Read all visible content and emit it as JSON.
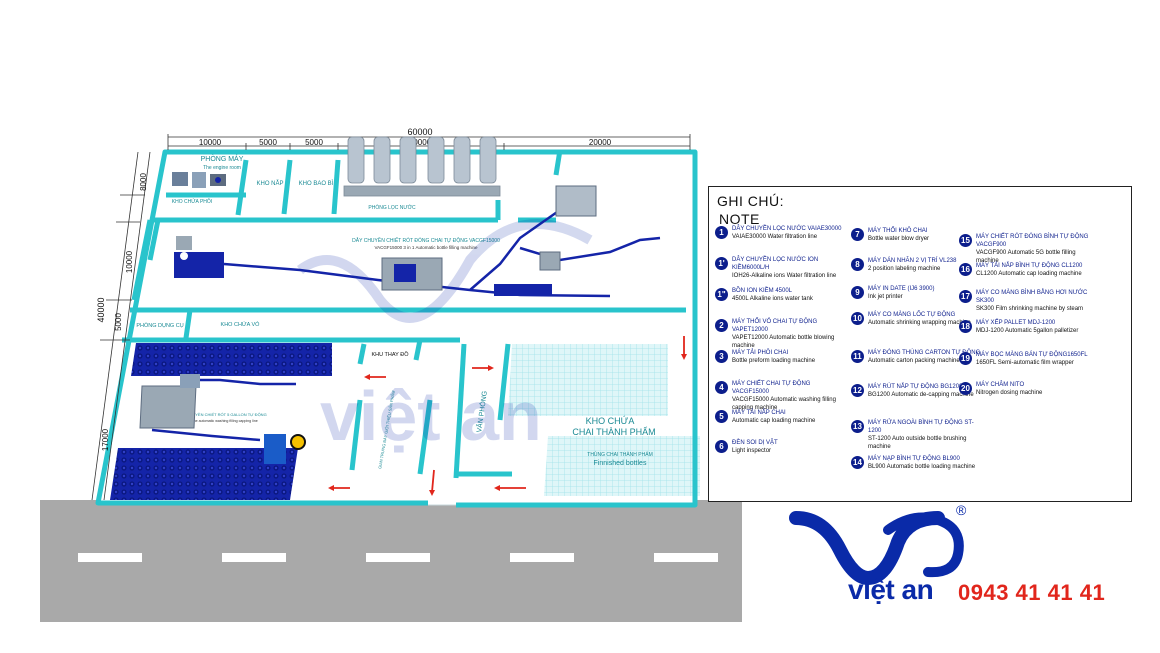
{
  "dimensions": {
    "top_total": "60000",
    "top_segments": [
      "10000",
      "5000",
      "5000",
      "20000",
      "20000"
    ],
    "left_total": "40000",
    "left_segments": [
      "8000",
      "10000",
      "5000",
      "17000"
    ]
  },
  "rooms": {
    "engine_room_vn": "PHÒNG MÁY",
    "engine_room_en": "The engine room",
    "cap_store": "KHO NẮP",
    "bag_store": "KHO BAO BÌ",
    "water_filter_room": "PHÒNG LỌC NƯỚC",
    "preform_store": "KHO CHỨA PHÔI",
    "line_title": "DÂY CHUYỀN CHIẾT RÓT ĐÓNG CHAI TỰ ĐỘNG VACGF15000",
    "line_subtitle": "VACGF15000 3 in 1 Automatic bottle filling machine",
    "tools_room": "PHÒNG DỤNG CỤ",
    "box_store": "KHO CHỨA VỎ",
    "changing_room": "KHU THAY ĐỒ",
    "display_area": "GIAN TRƯNG BÀY GIỚI THIỆU SẢN PHẨM",
    "office": "VĂN PHÒNG",
    "finished_store_line1": "KHO CHỨA",
    "finished_store_line2": "CHAI THÀNH PHẨM",
    "finished_bottles_vn": "THÙNG CHAI THÀNH PHẨM",
    "finished_bottles_en": "Finnished bottles",
    "washing_line_vn": "DÂY CHUYỀN CHIẾT RÓT 5 GALLON TỰ ĐỘNG",
    "washing_line_en": "5G line automatic washing filling capping line"
  },
  "watermark": "việt an",
  "legend": {
    "title": "GHI CHÚ:",
    "subtitle": "NOTE",
    "items": [
      {
        "n": "1",
        "vn": "DÂY CHUYỀN LỌC NƯỚC VAIAE30000",
        "en": "VAIAE30000 Water filtration line"
      },
      {
        "n": "1'",
        "vn": "DÂY CHUYỀN LỌC NƯỚC ION KIỀM6000L/H",
        "en": "IOH26-Alkaline ions Water filtration line"
      },
      {
        "n": "1\"",
        "vn": "BỒN ION KIỀM 4500L",
        "en": "4500L Alkaline ions water tank"
      },
      {
        "n": "2",
        "vn": "MÁY THỔI VỎ CHAI TỰ ĐỘNG VAPET12000",
        "en": "VAPET12000 Automatic bottle blowing machine"
      },
      {
        "n": "3",
        "vn": "MÁY TẢI PHÔI CHAI",
        "en": "Bottle preform loading machine"
      },
      {
        "n": "4",
        "vn": "MÁY CHIẾT CHAI TỰ ĐỘNG VACGF15000",
        "en": "VACGF15000 Automatic washing filling capping machine"
      },
      {
        "n": "5",
        "vn": "MÁY TẢI NẮP CHAI",
        "en": "Automatic cap loading machine"
      },
      {
        "n": "6",
        "vn": "ĐÈN SOI DỊ VẬT",
        "en": "Light inspector"
      },
      {
        "n": "7",
        "vn": "MÁY THỔI KHÔ CHAI",
        "en": "Bottle water blow dryer"
      },
      {
        "n": "8",
        "vn": "MÁY DÁN NHÃN 2 VỊ TRÍ VL238",
        "en": "2 position labeling machine"
      },
      {
        "n": "9",
        "vn": "MÁY IN DATE (IJ6 3900)",
        "en": "Ink jet printer"
      },
      {
        "n": "10",
        "vn": "MÁY CO MÀNG LỐC TỰ ĐỘNG",
        "en": "Automatic shrinking wrapping machine"
      },
      {
        "n": "11",
        "vn": "MÁY ĐÓNG THÙNG CARTON TỰ ĐỘNG",
        "en": "Automatic carton packing machine"
      },
      {
        "n": "12",
        "vn": "MÁY RÚT NẮP TỰ ĐỘNG BG1200",
        "en": "BG1200 Automatic de-capping machine"
      },
      {
        "n": "13",
        "vn": "MÁY RỬA NGOÀI BÌNH TỰ ĐỘNG ST-1200",
        "en": "ST-1200 Auto outside bottle brushing machine"
      },
      {
        "n": "14",
        "vn": "MÁY NẠP BÌNH TỰ ĐỘNG BL900",
        "en": "BL900 Automatic bottle loading machine"
      },
      {
        "n": "15",
        "vn": "MÁY CHIẾT RÓT ĐÓNG BÌNH TỰ ĐỘNG VACGF900",
        "en": "VACGF900 Automatic 5G bottle filling machine"
      },
      {
        "n": "16",
        "vn": "MÁY TẢI NẮP BÌNH TỰ ĐỘNG CL1200",
        "en": "CL1200 Automatic cap loading machine"
      },
      {
        "n": "17",
        "vn": "MÁY CO MÀNG BÌNH BẰNG HƠI NƯỚC SK300",
        "en": "SK300 Film shrinking machine by steam"
      },
      {
        "n": "18",
        "vn": "MÁY XẾP PALLET MDJ-1200",
        "en": "MDJ-1200 Automatic 5gallon palletizer"
      },
      {
        "n": "19",
        "vn": "MÁY BỌC MÀNG BÁN TỰ ĐỘNG1650FL",
        "en": "1650FL Semi-automatic film wrapper"
      },
      {
        "n": "20",
        "vn": "MÁY CHÂM NITO",
        "en": "Nitrogen dosing machine"
      }
    ]
  },
  "brand": {
    "name": "việt an",
    "registered": "®",
    "phone": "0943 41 41 41"
  },
  "colors": {
    "wall": "#29c4cc",
    "brand_blue": "#0a2aa8",
    "brand_red": "#e1261c",
    "crate_blue": "#0d1f9a",
    "road": "#a9a9a9"
  }
}
